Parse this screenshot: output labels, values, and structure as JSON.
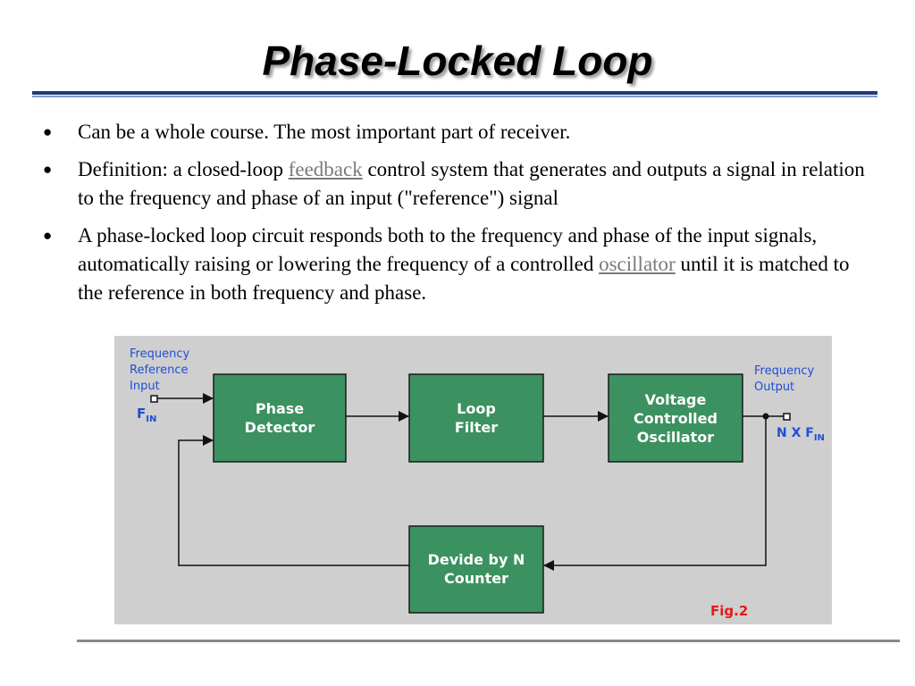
{
  "slide": {
    "title": "Phase-Locked Loop",
    "bullets": [
      {
        "text": "Can be a whole course. The most important part of receiver."
      },
      {
        "before": "Definition: a closed-loop ",
        "link": "feedback",
        "after": " control system that generates and outputs a signal in relation to the frequency and phase of an input (\"reference\") signal"
      },
      {
        "before": "A phase-locked loop circuit responds both to the frequency and phase of the input signals, automatically raising or lowering the frequency of a controlled ",
        "link": "oscillator",
        "after": " until it is matched to the reference in both frequency and phase."
      }
    ]
  },
  "diagram": {
    "colors": {
      "background": "#cfcfcf",
      "block": "#3c9160",
      "block_border": "#1a1a1a",
      "label_blue": "#1f4fd6",
      "fig_red": "#e51a1a"
    },
    "input_label": [
      "Frequency",
      "Reference",
      "Input"
    ],
    "input_symbol": {
      "main": "F",
      "sub": "IN"
    },
    "output_label": [
      "Frequency",
      "Output"
    ],
    "output_symbol": {
      "main": "N X F",
      "sub": "IN"
    },
    "blocks": {
      "phase_detector": [
        "Phase",
        "Detector"
      ],
      "loop_filter": [
        "Loop",
        "Filter"
      ],
      "vco": [
        "Voltage",
        "Controlled",
        "Oscillator"
      ],
      "divider": [
        "Devide by N",
        "Counter"
      ]
    },
    "figure_label": "Fig.2"
  }
}
